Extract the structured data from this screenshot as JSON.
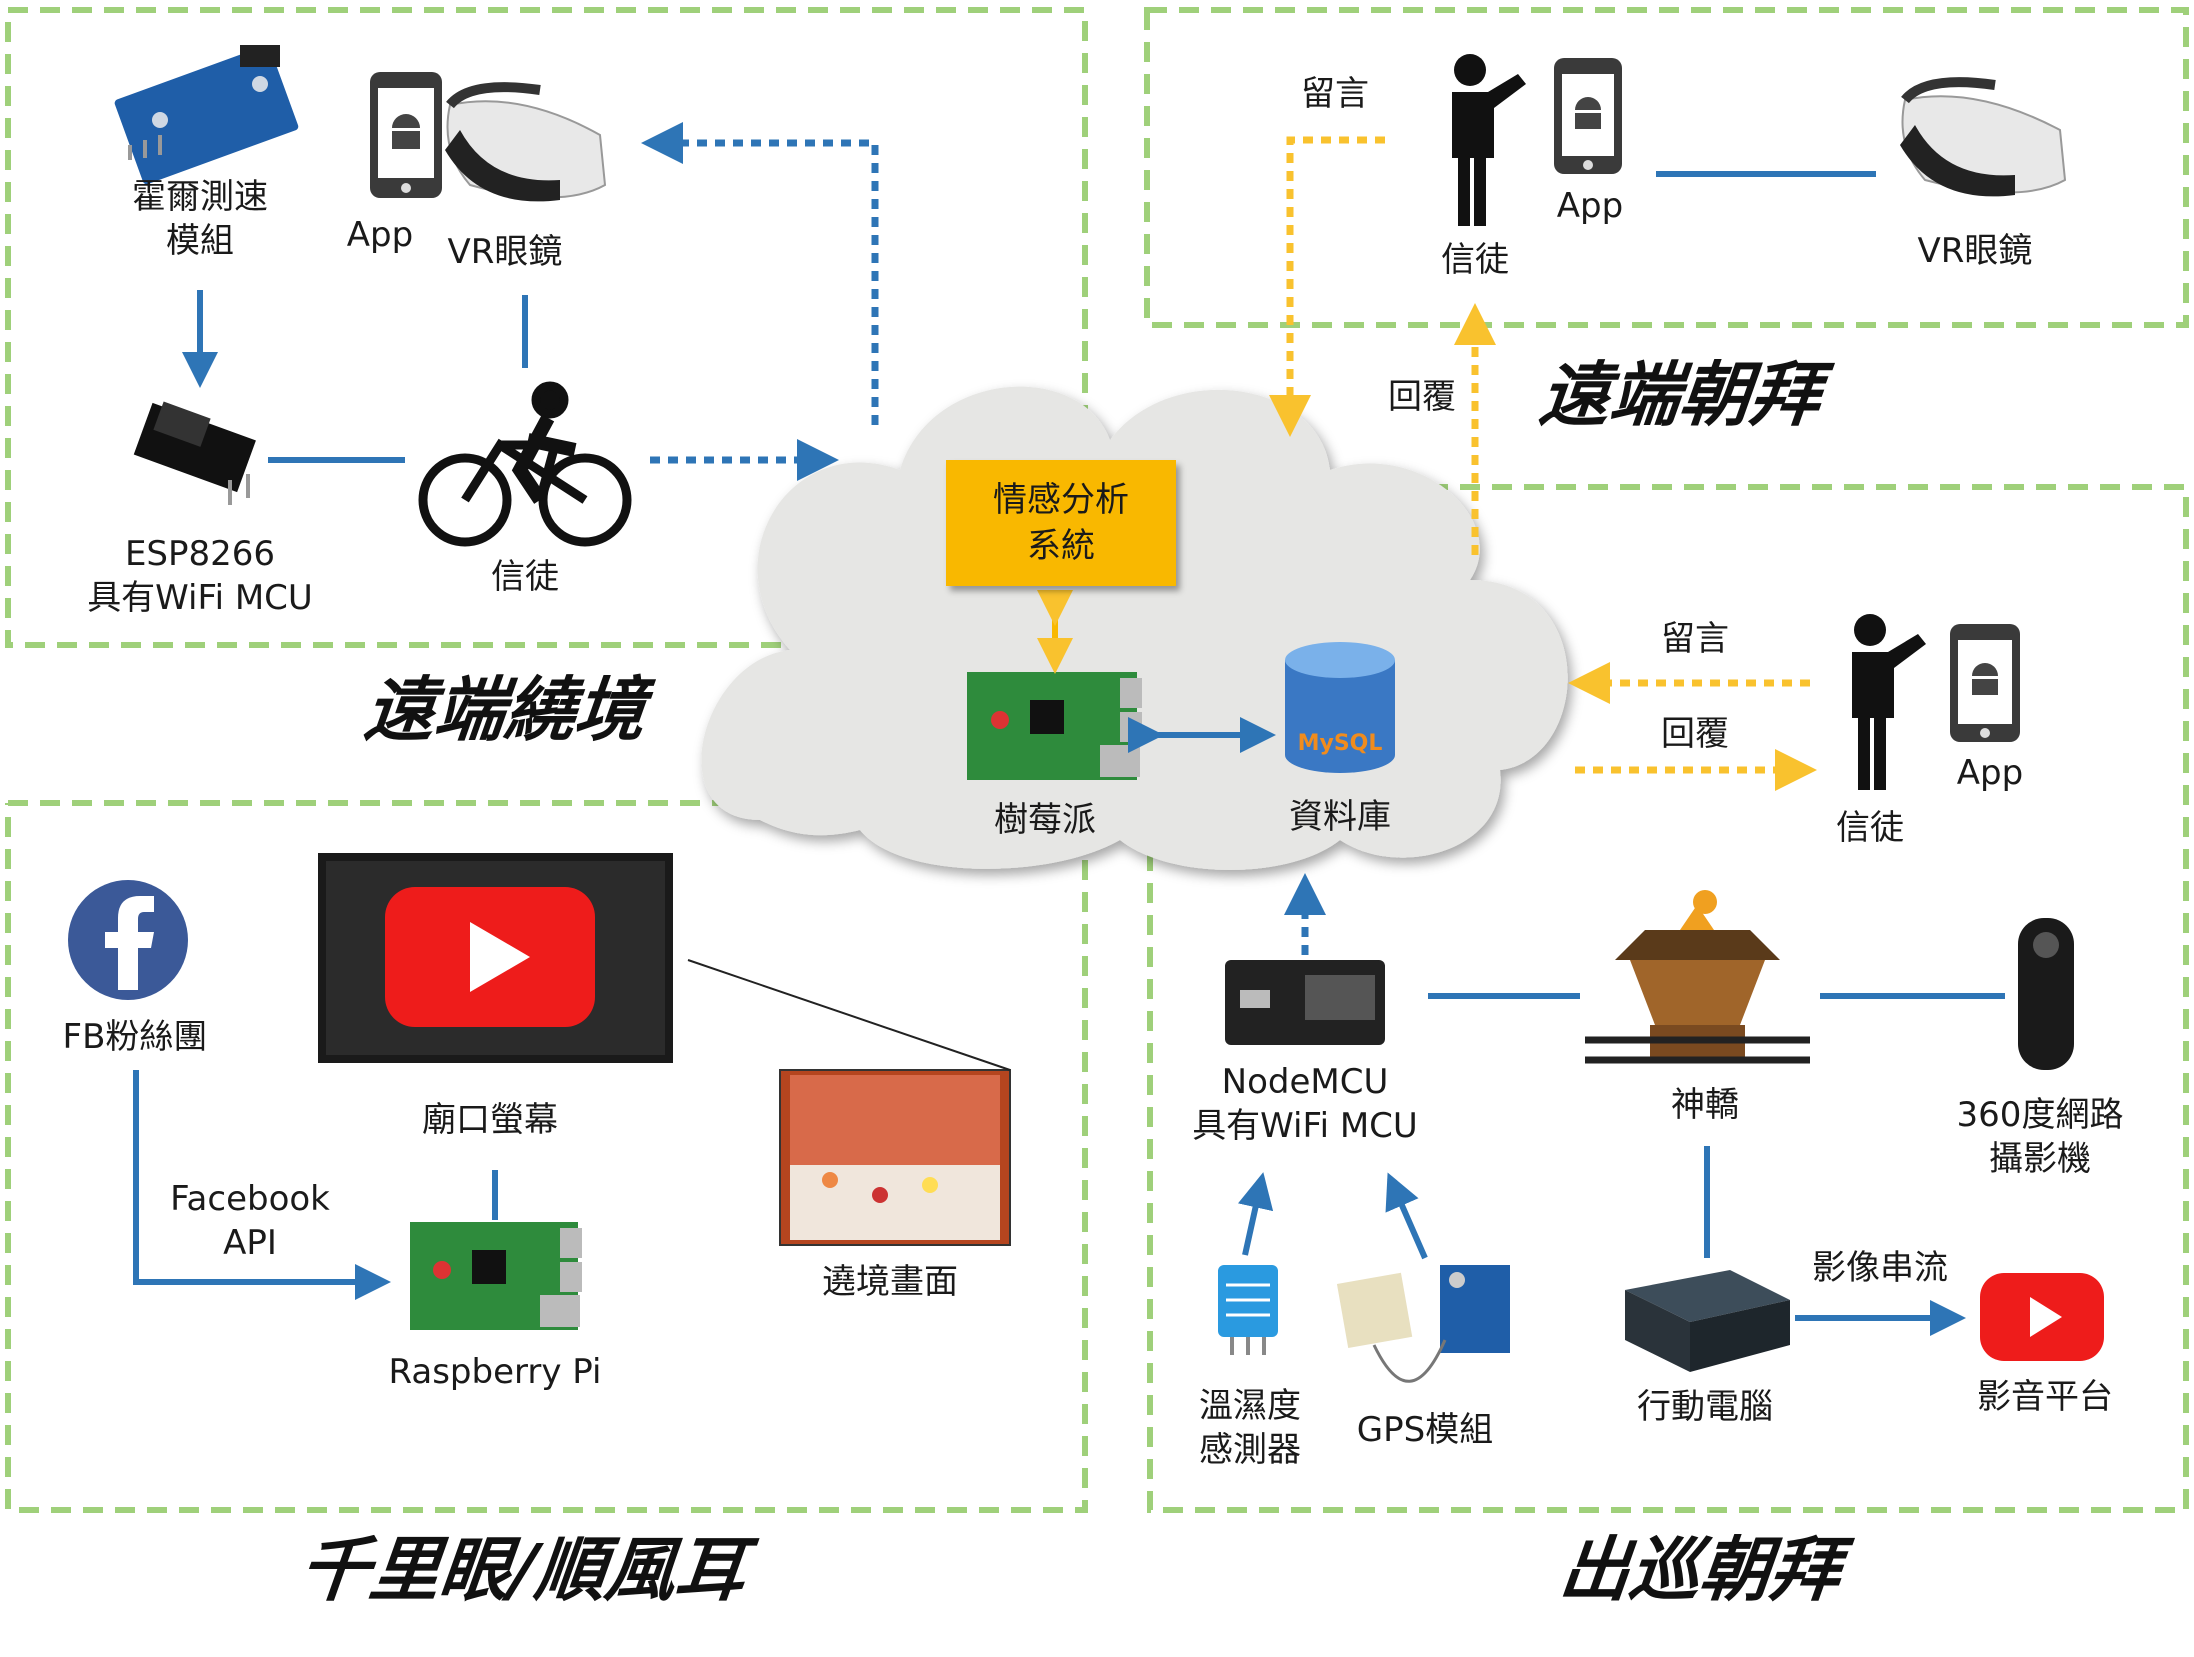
{
  "titles": {
    "remote_tour": "遠端繞境",
    "remote_worship": "遠端朝拜",
    "eyes_ears": "千里眼/順風耳",
    "procession": "出巡朝拜"
  },
  "cloud": {
    "analysis_system": "情感分析\n系統",
    "raspberry_pi": "樹莓派",
    "database": "資料庫",
    "mysql_logo": "MySQL"
  },
  "remote_tour": {
    "hall_sensor": "霍爾測速\n模組",
    "app": "App",
    "vr": "VR眼鏡",
    "esp8266": "ESP8266\n具有WiFi MCU",
    "believer": "信徒"
  },
  "remote_worship": {
    "message": "留言",
    "believer": "信徒",
    "app": "App",
    "vr": "VR眼鏡",
    "reply": "回覆"
  },
  "procession": {
    "message": "留言",
    "reply": "回覆",
    "believer": "信徒",
    "app": "App",
    "nodemcu": "NodeMCU\n具有WiFi MCU",
    "palanquin": "神轎",
    "camera360": "360度網路\n攝影機",
    "humidity": "溫濕度\n感測器",
    "gps": "GPS模組",
    "laptop": "行動電腦",
    "stream": "影像串流",
    "av_platform": "影音平台"
  },
  "eyes_ears": {
    "fb": "FB粉絲團",
    "fb_api": "Facebook\nAPI",
    "temple_screen": "廟口螢幕",
    "raspberry_pi": "Raspberry Pi",
    "tour_view": "遶境畫面"
  },
  "colors": {
    "dash_border": "#9fd07a",
    "flow_blue": "#2e75b6",
    "flow_yellow": "#f9c22e",
    "cloud_fill": "#e6e6e4",
    "box_fill": "#f9b800",
    "youtube_red": "#ee1c1b",
    "facebook_blue": "#3b5998"
  },
  "icons": [
    "hall-sensor-icon",
    "smartphone-android-icon",
    "vr-headset-icon",
    "wifi-module-icon",
    "cyclist-icon",
    "person-icon",
    "raspberry-pi-icon",
    "database-icon",
    "facebook-icon",
    "youtube-icon",
    "tv-screen-icon",
    "procession-photo-icon",
    "nodemcu-icon",
    "palanquin-icon",
    "camera-360-icon",
    "humidity-sensor-icon",
    "gps-module-icon",
    "mini-pc-icon"
  ]
}
